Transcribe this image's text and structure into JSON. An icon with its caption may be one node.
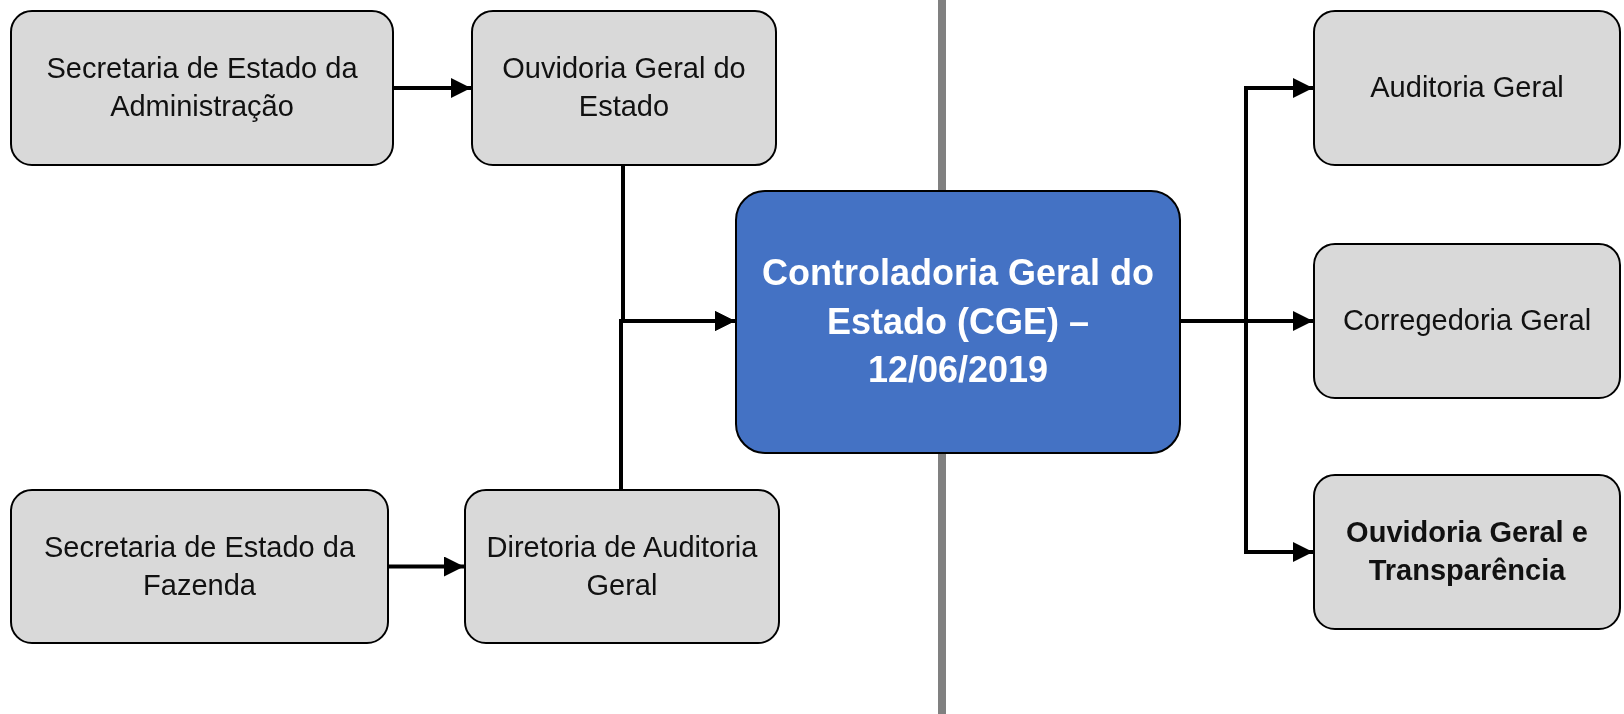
{
  "diagram": {
    "nodes": [
      {
        "text": [
          "Secretaria de Estado da Administração"
        ]
      },
      {
        "text": [
          "Ouvidoria Geral do Estado"
        ]
      },
      {
        "text": [
          "Secretaria de Estado da Fazenda"
        ]
      },
      {
        "text": [
          "Diretoria de Auditoria Geral"
        ]
      },
      {
        "text": [
          "Controladoria Geral do Estado (CGE) – 12/06/2019"
        ]
      },
      {
        "text": [
          "Auditoria Geral"
        ]
      },
      {
        "text": [
          "Corregedoria Geral"
        ]
      },
      {
        "text": [
          "Ouvidoria Geral e Transparência"
        ]
      }
    ],
    "edges": [
      {
        "from": 0,
        "to": 1,
        "arrow": "to"
      },
      {
        "from": 2,
        "to": 3,
        "arrow": "to"
      },
      {
        "from": 1,
        "to": 4,
        "arrow": "to"
      },
      {
        "from": 3,
        "to": 4,
        "arrow": "to"
      },
      {
        "from": 4,
        "to": 5,
        "arrow": "to"
      },
      {
        "from": 4,
        "to": 6,
        "arrow": "to"
      },
      {
        "from": 4,
        "to": 7,
        "arrow": "to"
      }
    ]
  }
}
